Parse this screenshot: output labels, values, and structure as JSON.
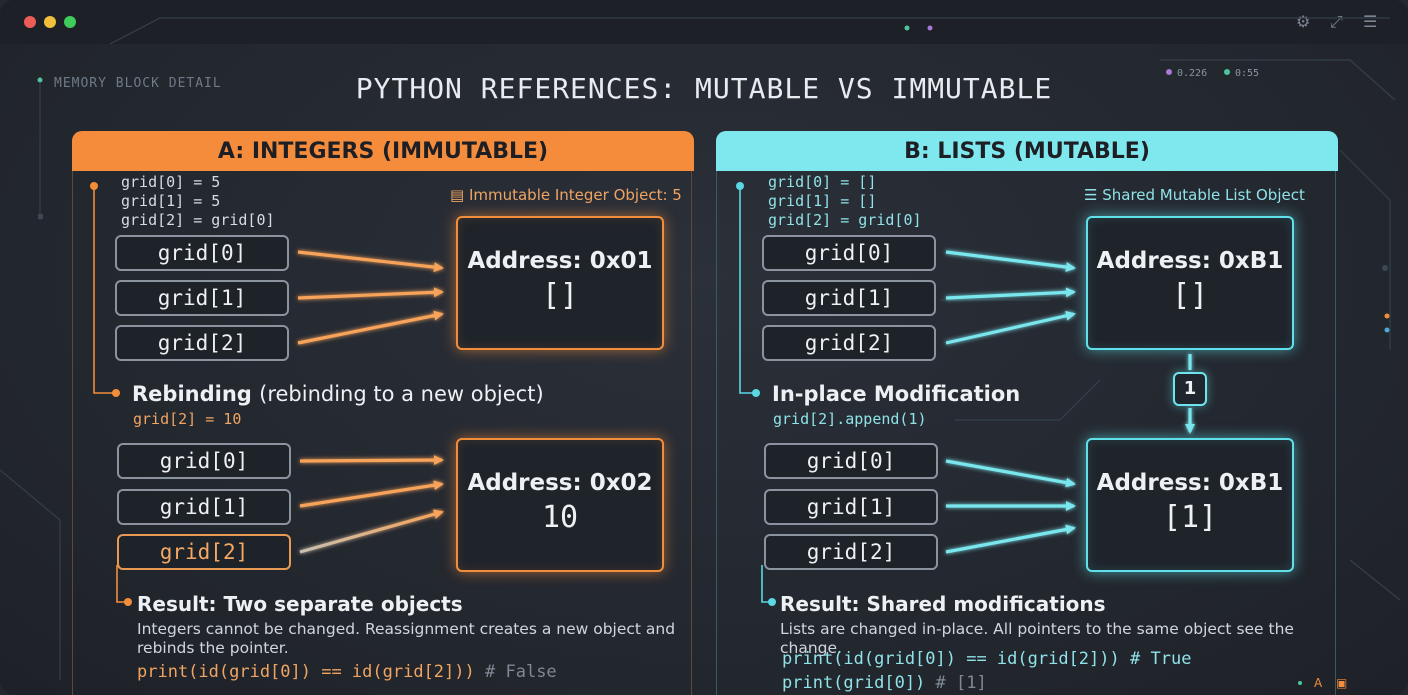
{
  "window": {
    "title": "PYTHON REFERENCES: MUTABLE VS IMMUTABLE",
    "side_label": "MEMORY BLOCK DETAIL",
    "readouts": [
      "0.226",
      "0:55"
    ],
    "colors": {
      "orange": "#f48c3c",
      "cyan": "#7ee8ee",
      "background": "#23272f"
    }
  },
  "panel_a": {
    "header": "A: INTEGERS (IMMUTABLE)",
    "setup_code": [
      "grid[0] = 5",
      "grid[1] = 5",
      "grid[2] = grid[0]"
    ],
    "object_caption": "Immutable Integer Object: 5",
    "vars_top": [
      "grid[0]",
      "grid[1]",
      "grid[2]"
    ],
    "object_top": {
      "address": "Address: 0x01",
      "value": "[]"
    },
    "rebind_title": "Rebinding",
    "rebind_subtitle": "(rebinding to a new object)",
    "rebind_code": "grid[2] = 10",
    "vars_bottom": [
      "grid[0]",
      "grid[1]",
      "grid[2]"
    ],
    "object_bottom": {
      "address": "Address: 0x02",
      "value": "10"
    },
    "result_title": "Result: Two separate objects",
    "result_text": "Integers cannot be changed. Reassignment creates a new object and rebinds the pointer.",
    "result_code": "print(id(grid[0]) == id(grid[2]))",
    "result_comment": "# False"
  },
  "panel_b": {
    "header": "B: LISTS (MUTABLE)",
    "setup_code": [
      "grid[0] = []",
      "grid[1] = []",
      "grid[2] = grid[0]"
    ],
    "object_caption": "Shared Mutable List Object",
    "vars_top": [
      "grid[0]",
      "grid[1]",
      "grid[2]"
    ],
    "object_top": {
      "address": "Address: 0xB1",
      "value": "[]"
    },
    "badge": "1",
    "modify_title": "In-place Modification",
    "modify_code": "grid[2].append(1)",
    "vars_bottom": [
      "grid[0]",
      "grid[1]",
      "grid[2]"
    ],
    "object_bottom": {
      "address": "Address: 0xB1",
      "value": "[1]"
    },
    "result_title": "Result: Shared modifications",
    "result_text": "Lists are changed in-place. All pointers to the same object see the change.",
    "result_code_1": "print(id(grid[0]) == id(grid[2]))",
    "result_comment_1": "# True",
    "result_code_2": "print(grid[0])",
    "result_comment_2": "# [1]"
  }
}
